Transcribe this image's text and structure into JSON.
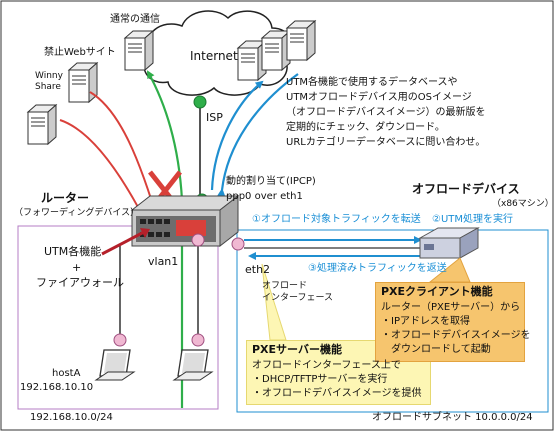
{
  "labels": {
    "normal_comm": "通常の通信",
    "internet": "Internet",
    "banned_site": "禁止Webサイト",
    "winny": "Winny",
    "share": "Share",
    "isp": "ISP",
    "utm_desc": [
      "UTM各機能で使用するデータベースや",
      "UTMオフロードデバイス用のOSイメージ",
      "（オフロードデバイスイメージ）の最新版を",
      "定期的にチェック、ダウンロード。",
      "URLカテゴリーデータベースに問い合わせ。"
    ],
    "dynamic_assign": "動的割り当て(IPCP)",
    "ppp0": "ppp0 over eth1",
    "router": "ルーター",
    "router_sub": "（フォワーディングデバイス）",
    "offload_device": "オフロードデバイス",
    "offload_sub": "（x86マシン）",
    "step1": "①オフロード対象トラフィックを転送",
    "step2": "②UTM処理を実行",
    "step3": "③処理済みトラフィックを返送",
    "utm_functions": "UTM各機能",
    "plus": "+",
    "firewall": "ファイアウォール",
    "vlan1": "vlan1",
    "eth2": "eth2",
    "offload_if_1": "オフロード",
    "offload_if_2": "インターフェース",
    "pxe_client_title": "PXEクライアント機能",
    "pxe_client_lines": [
      "ルーター（PXEサーバー）から",
      "・IPアドレスを取得",
      "・オフロードデバイスイメージを",
      "　ダウンロードして起動"
    ],
    "pxe_server_title": "PXEサーバー機能",
    "pxe_server_lines": [
      "オフロードインターフェース上で",
      "・DHCP/TFTPサーバーを実行",
      "・オフロードデバイスイメージを提供"
    ],
    "hosta": "hostA",
    "hosta_ip": "192.168.10.10",
    "lan_subnet": "192.168.10.0/24",
    "offload_subnet": "オフロードサブネット 10.0.0.0/24"
  },
  "colors": {
    "green_line": "#2fae4a",
    "blue_line": "#1f8fd0",
    "red_line": "#d9403a",
    "lan_border": "#b47cc4",
    "offload_border": "#1f8fd0",
    "yellow_box": "#fdf6b4",
    "orange_box": "#f6c56e"
  }
}
